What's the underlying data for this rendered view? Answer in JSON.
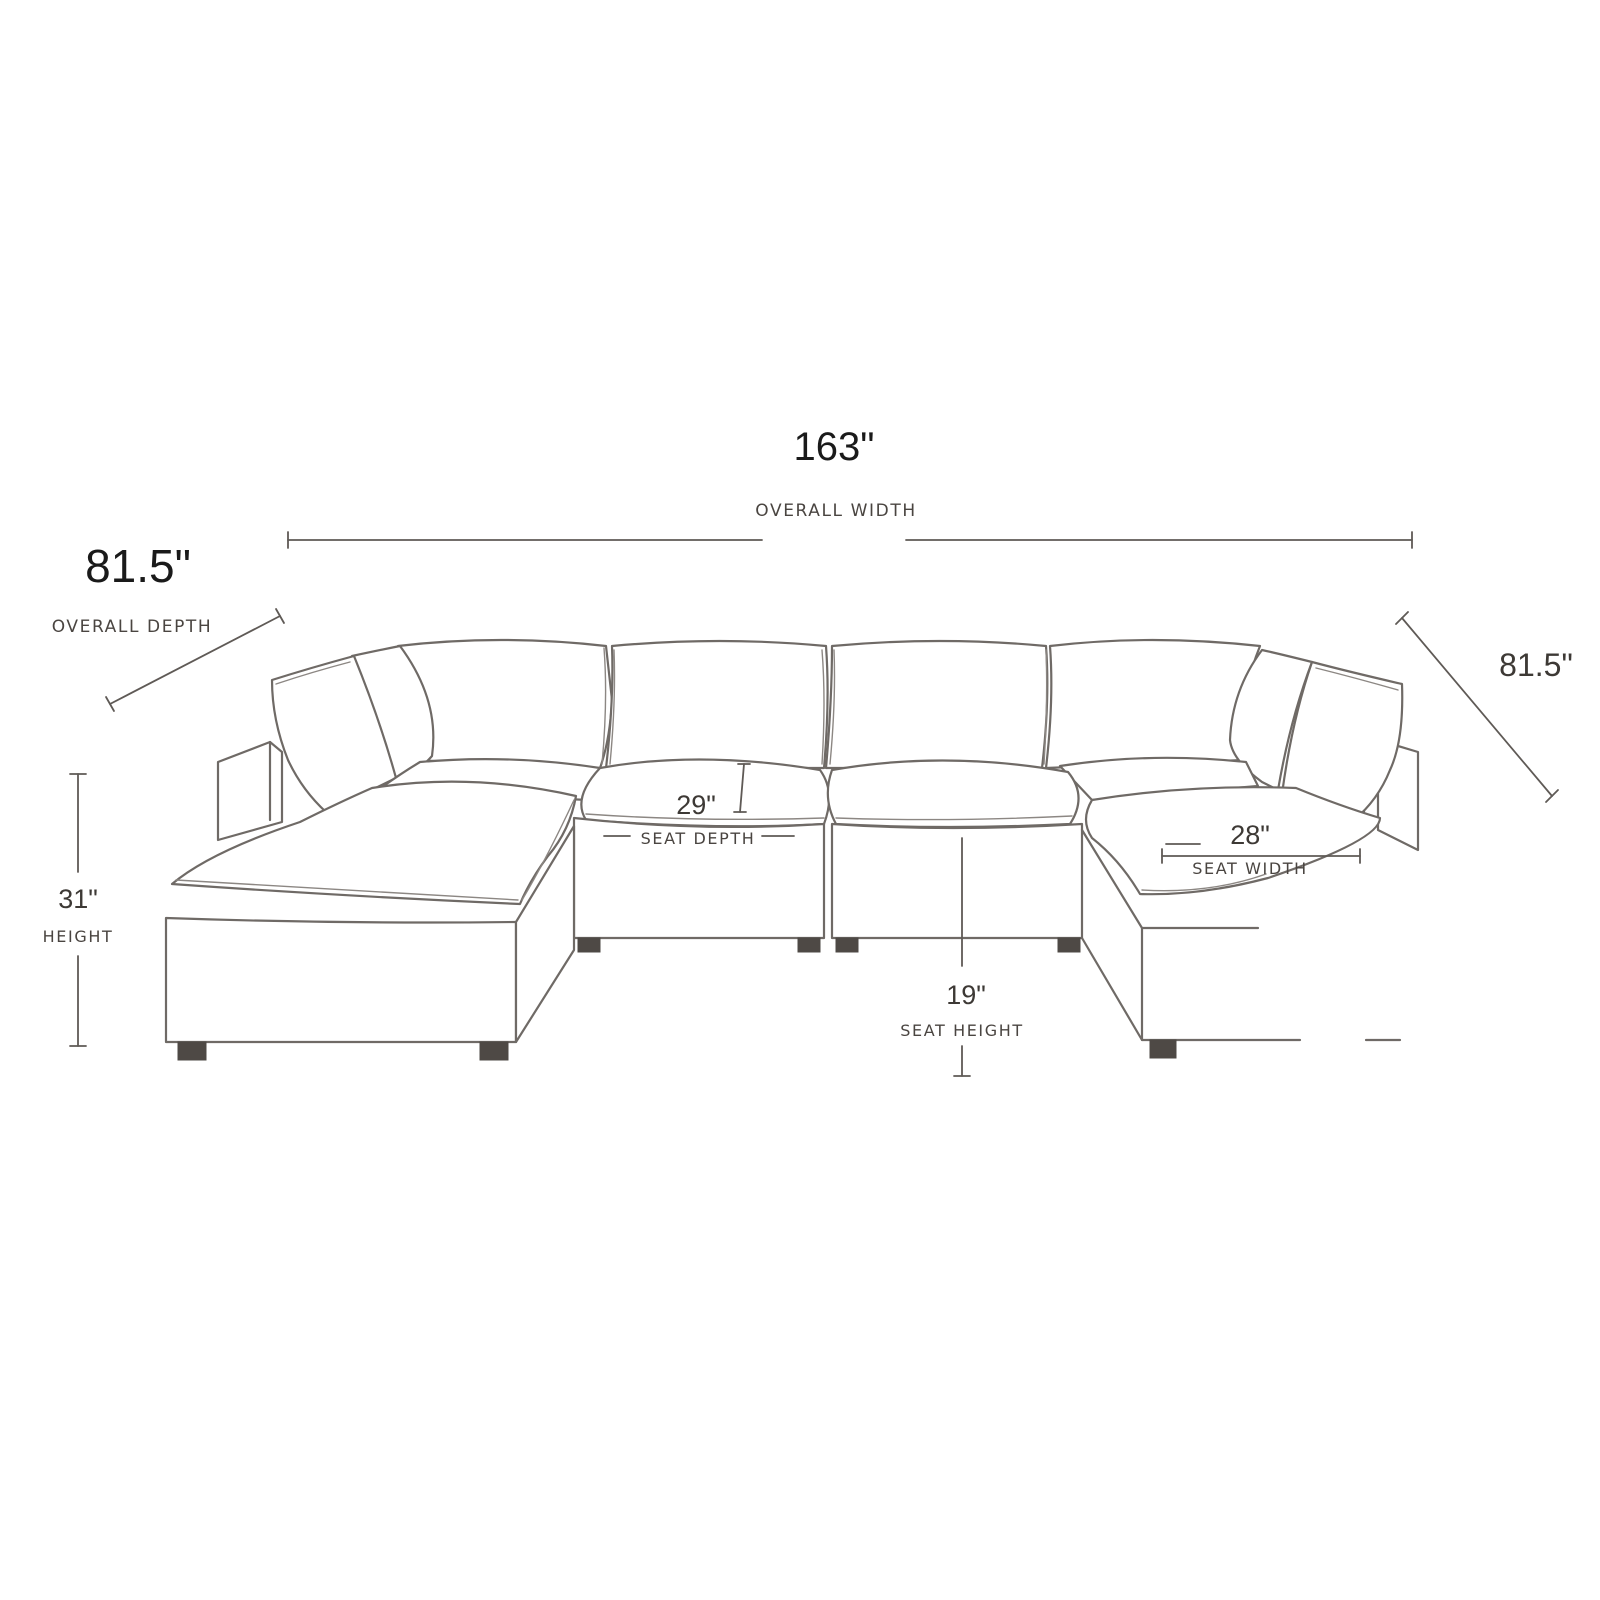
{
  "dimensions": {
    "overall_width": {
      "value": "163\"",
      "label": "OVERALL WIDTH"
    },
    "overall_depth": {
      "value": "81.5\"",
      "label": "OVERALL DEPTH"
    },
    "right_depth": {
      "value": "81.5\""
    },
    "height": {
      "value": "31\"",
      "label": "HEIGHT"
    },
    "seat_depth": {
      "value": "29\"",
      "label": "SEAT DEPTH"
    },
    "seat_width": {
      "value": "28\"",
      "label": "SEAT WIDTH"
    },
    "seat_height": {
      "value": "19\"",
      "label": "SEAT HEIGHT"
    }
  },
  "colors": {
    "line": "#6f6a66",
    "legs": "#4e4945",
    "text": "#1a1a1a"
  }
}
